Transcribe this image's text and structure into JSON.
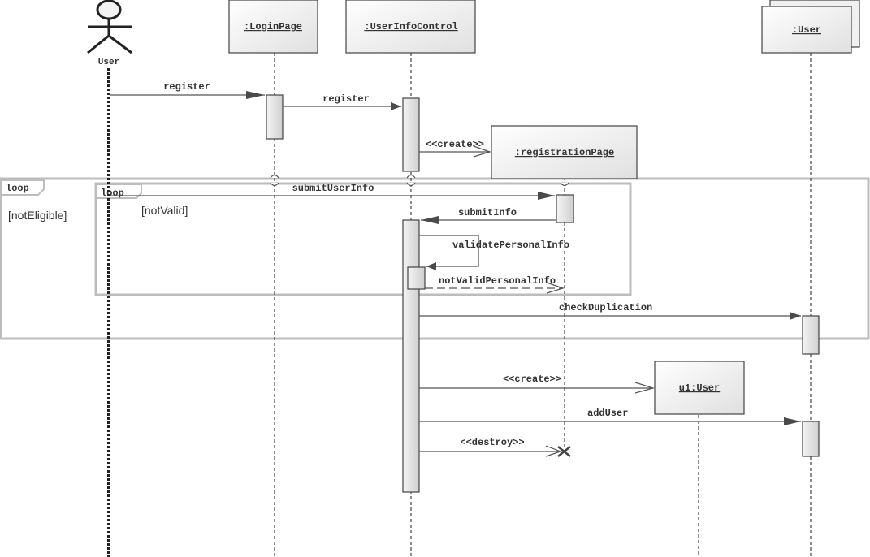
{
  "diagram": {
    "type": "uml-sequence",
    "actor": {
      "id": "user",
      "label": "User"
    },
    "lifelines": [
      {
        "id": "loginPage",
        "label": ":LoginPage",
        "multi": false
      },
      {
        "id": "userInfoControl",
        "label": ":UserInfoControl",
        "multi": false
      },
      {
        "id": "registrationPage",
        "label": ":registrationPage",
        "multi": false,
        "created": true
      },
      {
        "id": "u1User",
        "label": "u1:User",
        "multi": false,
        "created": true
      },
      {
        "id": "userCollection",
        "label": ":User",
        "multi": true
      }
    ],
    "fragments": [
      {
        "id": "outerLoop",
        "operator": "loop",
        "guard": "[notEligible]"
      },
      {
        "id": "innerLoop",
        "operator": "loop",
        "guard": "[notValid]"
      }
    ],
    "messages": [
      {
        "id": "m1",
        "label": "register",
        "from": "user",
        "to": "loginPage",
        "kind": "sync"
      },
      {
        "id": "m2",
        "label": "register",
        "from": "loginPage",
        "to": "userInfoControl",
        "kind": "sync"
      },
      {
        "id": "m3",
        "label": "<<create>>",
        "from": "userInfoControl",
        "to": "registrationPage",
        "kind": "create"
      },
      {
        "id": "m4",
        "label": "submitUserInfo",
        "from": "user",
        "to": "registrationPage",
        "kind": "sync"
      },
      {
        "id": "m5",
        "label": "submitInfo",
        "from": "registrationPage",
        "to": "userInfoControl",
        "kind": "sync"
      },
      {
        "id": "m6",
        "label": "validatePersonalInfo",
        "from": "userInfoControl",
        "to": "userInfoControl",
        "kind": "self"
      },
      {
        "id": "m7",
        "label": "notValidPersonalInfo",
        "from": "userInfoControl",
        "to": "registrationPage",
        "kind": "reply"
      },
      {
        "id": "m8",
        "label": "checkDuplication",
        "from": "userInfoControl",
        "to": "userCollection",
        "kind": "sync"
      },
      {
        "id": "m9",
        "label": "<<create>>",
        "from": "userInfoControl",
        "to": "u1User",
        "kind": "create"
      },
      {
        "id": "m10",
        "label": "addUser",
        "from": "userInfoControl",
        "to": "userCollection",
        "kind": "sync"
      },
      {
        "id": "m11",
        "label": "<<destroy>>",
        "from": "userInfoControl",
        "to": "registrationPage",
        "kind": "destroy"
      }
    ]
  },
  "colors": {
    "line": "#555555",
    "box_border": "#444444",
    "box_fill_light": "#ffffff",
    "box_fill_dark": "#e2e2e2",
    "fragment_border": "#bdbdbd",
    "arrow_head": "#4a4a4a",
    "text": "#333333"
  }
}
